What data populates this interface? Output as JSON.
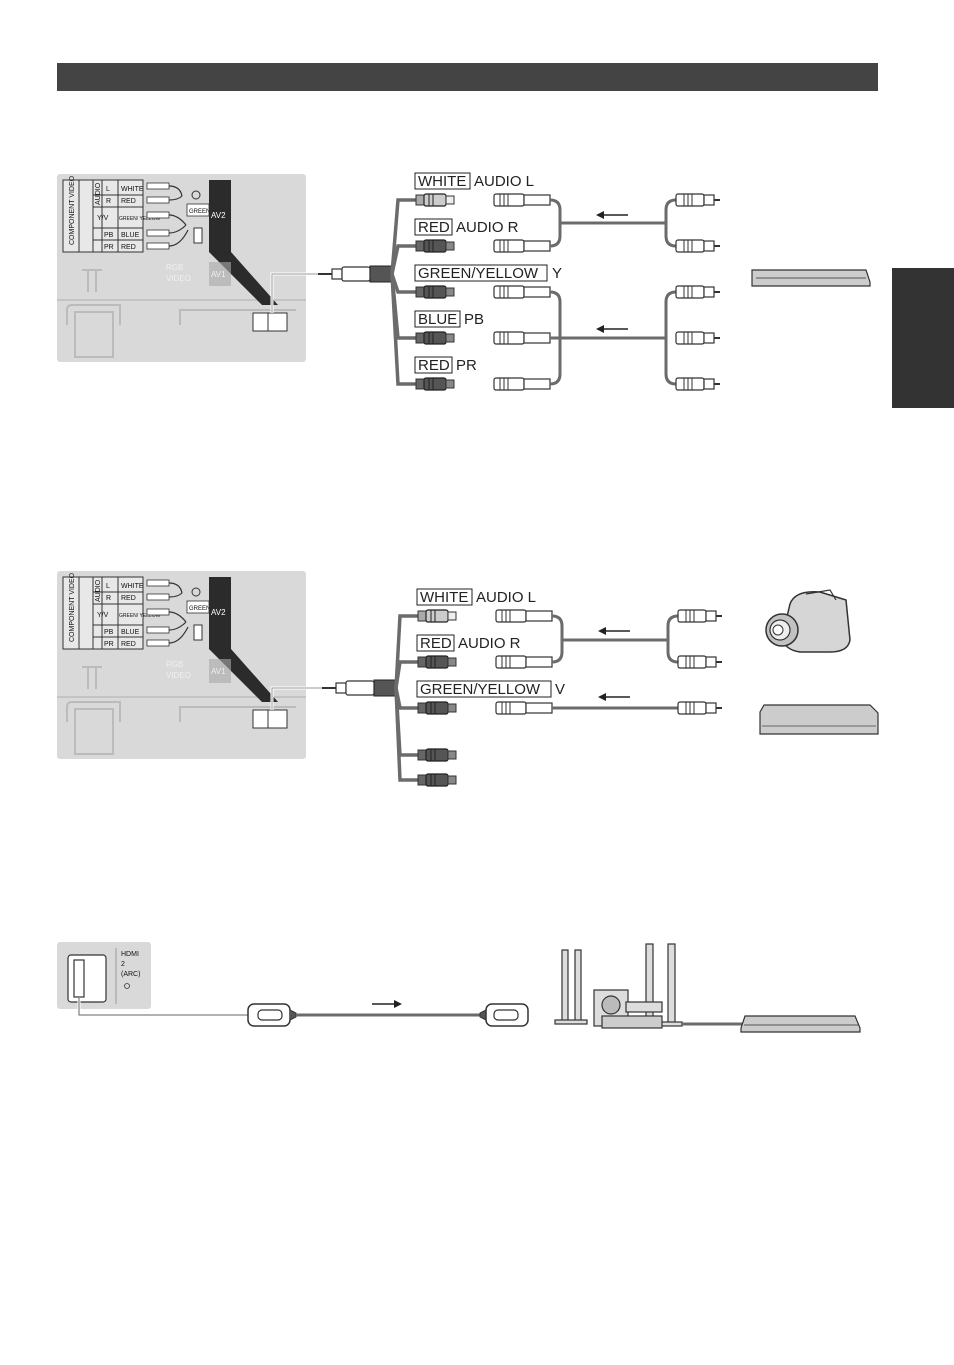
{
  "sections": [
    {
      "panel": {
        "rows": [
          {
            "group": "AUDIO",
            "name": "L",
            "color": "WHITE"
          },
          {
            "group": "AUDIO",
            "name": "R",
            "color": "RED"
          },
          {
            "group": "",
            "name": "Y/V",
            "color": "GREEN/ YELLOW"
          },
          {
            "group": "",
            "name": "PB",
            "color": "BLUE"
          },
          {
            "group": "",
            "name": "PR",
            "color": "RED"
          }
        ],
        "side_label": "COMPONENT VIDEO",
        "green_tag": "GREEN",
        "av2": "AV2",
        "av1": "AV1",
        "rgb": "RGB",
        "video": "VIDEO"
      },
      "cables": [
        {
          "box": "WHITE",
          "text": "AUDIO L"
        },
        {
          "box": "RED",
          "text": "AUDIO R"
        },
        {
          "box": "GREEN/YELLOW",
          "text": "Y"
        },
        {
          "box": "BLUE",
          "text": "PB"
        },
        {
          "box": "RED",
          "text": "PR"
        }
      ]
    },
    {
      "panel": {
        "rows": [
          {
            "group": "AUDIO",
            "name": "L",
            "color": "WHITE"
          },
          {
            "group": "AUDIO",
            "name": "R",
            "color": "RED"
          },
          {
            "group": "",
            "name": "Y/V",
            "color": "GREEN/ YELLOW"
          },
          {
            "group": "",
            "name": "PB",
            "color": "BLUE"
          },
          {
            "group": "",
            "name": "PR",
            "color": "RED"
          }
        ],
        "side_label": "COMPONENT VIDEO",
        "green_tag": "GREEN",
        "av2": "AV2",
        "av1": "AV1",
        "rgb": "RGB",
        "video": "VIDEO"
      },
      "cables": [
        {
          "box": "WHITE",
          "text": "AUDIO L"
        },
        {
          "box": "RED",
          "text": "AUDIO R"
        },
        {
          "box": "GREEN/YELLOW",
          "text": "V"
        }
      ]
    },
    {
      "hdmi_port": {
        "line1": "HDMI",
        "line2": "2",
        "line3": "(ARC)"
      }
    }
  ],
  "colors": {
    "header_bar": "#444444",
    "side_tab": "#333333",
    "panel_bg": "#d9d9d9",
    "cable": "#6b6b6b"
  }
}
